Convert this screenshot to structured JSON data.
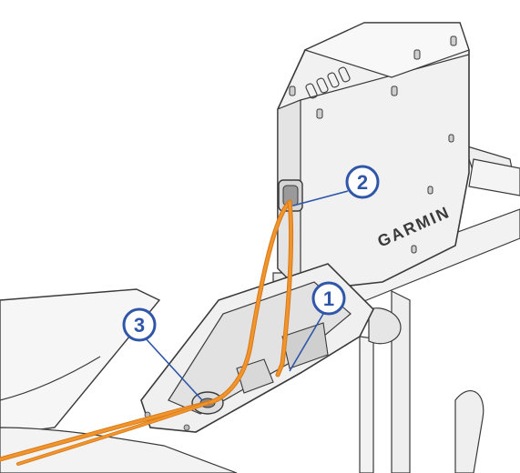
{
  "brand": {
    "logo_text": "GARMIN"
  },
  "callouts": [
    {
      "id": "1",
      "label": "1"
    },
    {
      "id": "2",
      "label": "2"
    },
    {
      "id": "3",
      "label": "3"
    }
  ],
  "colors": {
    "cable": "#f0952c",
    "cable_dark": "#d7781a",
    "callout_stroke": "#2f56a8",
    "leader": "#2f56a8",
    "outline": "#3a3a3a",
    "body_fill": "#f1f1f1",
    "shadow_fill": "#dcdcdc",
    "background": "#ffffff"
  },
  "icons": {
    "cable": "orange-cable-icon",
    "grommet": "grommet-icon",
    "callout": "numbered-circle-callout"
  }
}
